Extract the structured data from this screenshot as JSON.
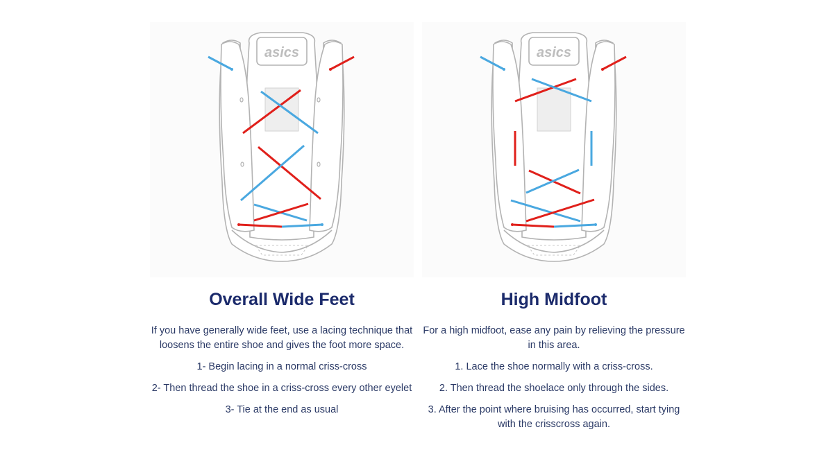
{
  "brand": {
    "logo_text": "asics"
  },
  "colors": {
    "title": "#1b2a6b",
    "text": "#2b3a66",
    "lace_blue": "#4aa8e0",
    "lace_red": "#e0201b",
    "outline": "#b3b3b3"
  },
  "panels": [
    {
      "title": "Overall Wide Feet",
      "paragraphs": [
        "If you have generally wide feet, use a lacing technique that loosens the entire shoe and gives the foot more space.",
        "1- Begin lacing in a normal criss-cross",
        "2- Then thread the shoe in a criss-cross every other eyelet",
        "3- Tie at the end as usual"
      ]
    },
    {
      "title": "High Midfoot",
      "paragraphs": [
        "For a high midfoot, ease any pain by relieving the pressure in this area.",
        "1. Lace the shoe normally with a criss-cross.",
        "2. Then thread the shoelace only through the sides.",
        "3. After the point where bruising has occurred, start tying with the crisscross again."
      ]
    }
  ]
}
